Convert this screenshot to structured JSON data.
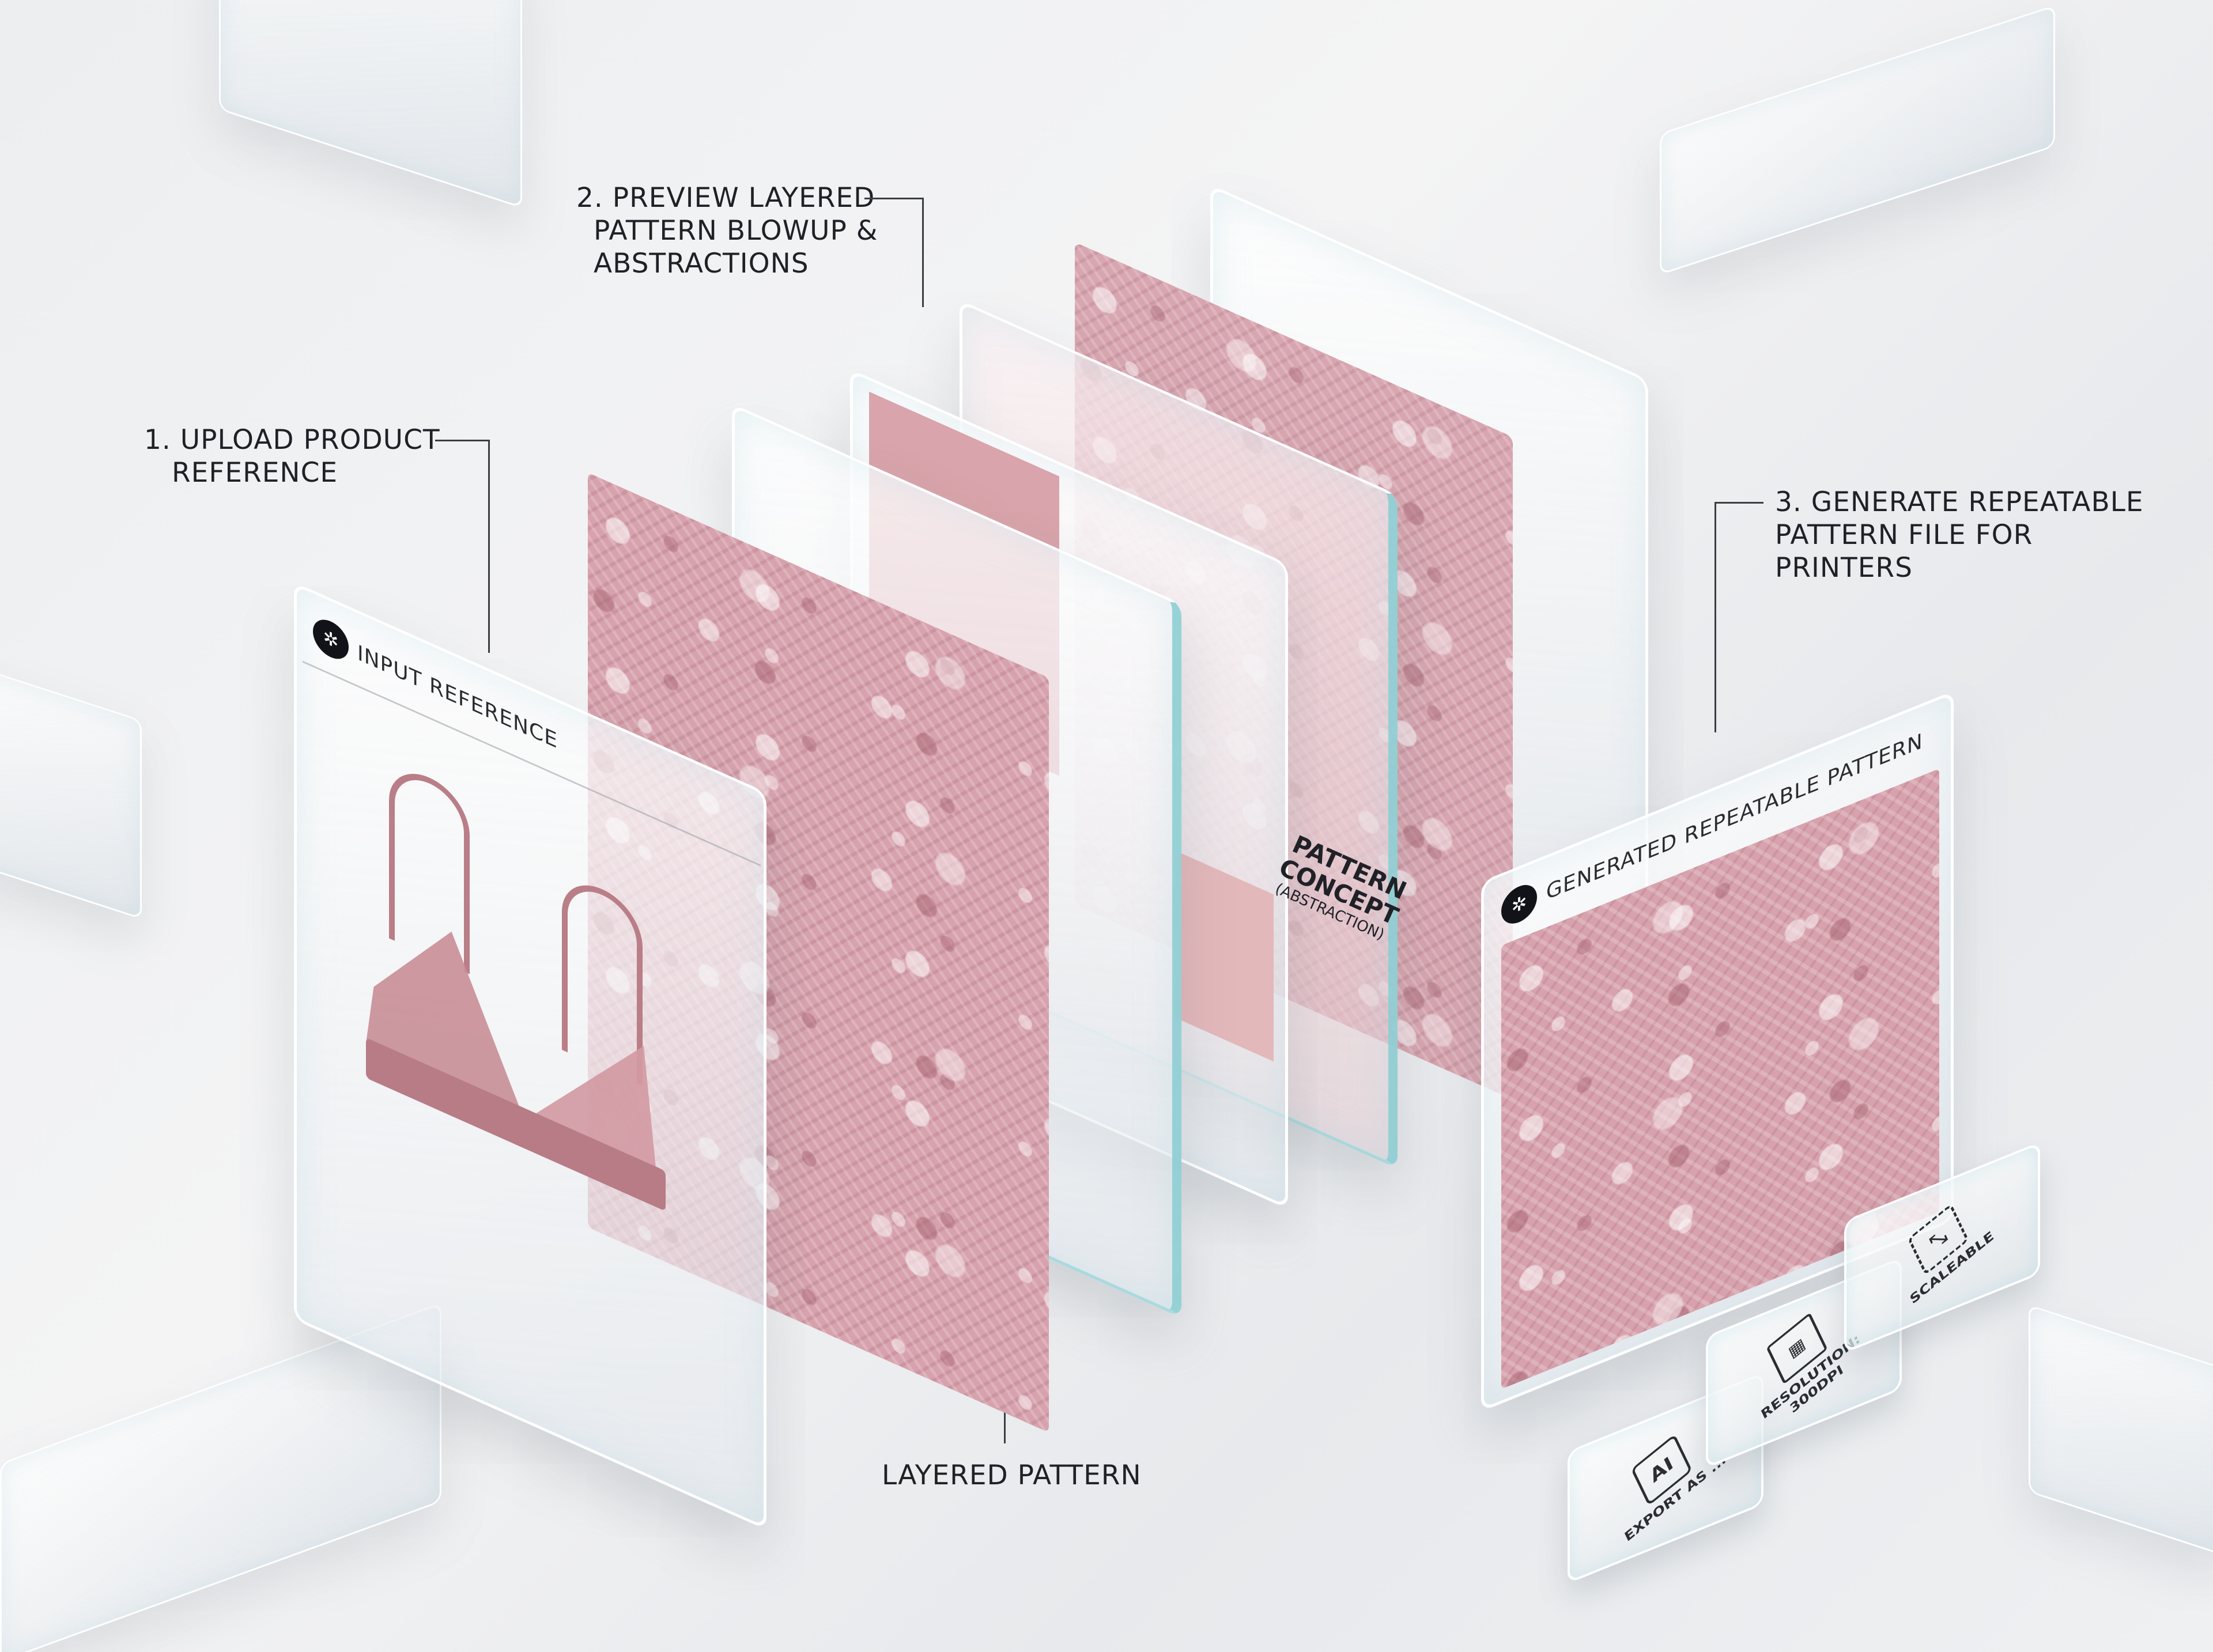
{
  "steps": {
    "step1": [
      "1. UPLOAD PRODUCT",
      "REFERENCE"
    ],
    "step2": [
      "2. PREVIEW LAYERED",
      "PATTERN BLOWUP &",
      "ABSTRACTIONS"
    ],
    "step3": [
      "3. GENERATE REPEATABLE",
      "PATTERN FILE FOR",
      "PRINTERS"
    ],
    "layered": "LAYERED PATTERN"
  },
  "panels": {
    "input_title": "INPUT REFERENCE",
    "generated_title": "GENERATED REPEATABLE PATTERN",
    "concept_line1": "PATTERN",
    "concept_line2": "CONCEPT",
    "concept_sub": "(ABSTRACTION)"
  },
  "badges": {
    "export_icon": "AI",
    "export": "EXPORT AS ...",
    "resolution": "RESOLUTION:",
    "resolution_value": "300DPI",
    "scaleable": "SCALEABLE"
  },
  "icons": [
    "logo-mark-icon",
    "ai-file-icon",
    "image-resolution-icon",
    "scale-frame-icon"
  ],
  "colors": {
    "lace_pink": "#d7a2ad",
    "glass_edge": "#8ccdd2",
    "text": "#1f2127"
  }
}
